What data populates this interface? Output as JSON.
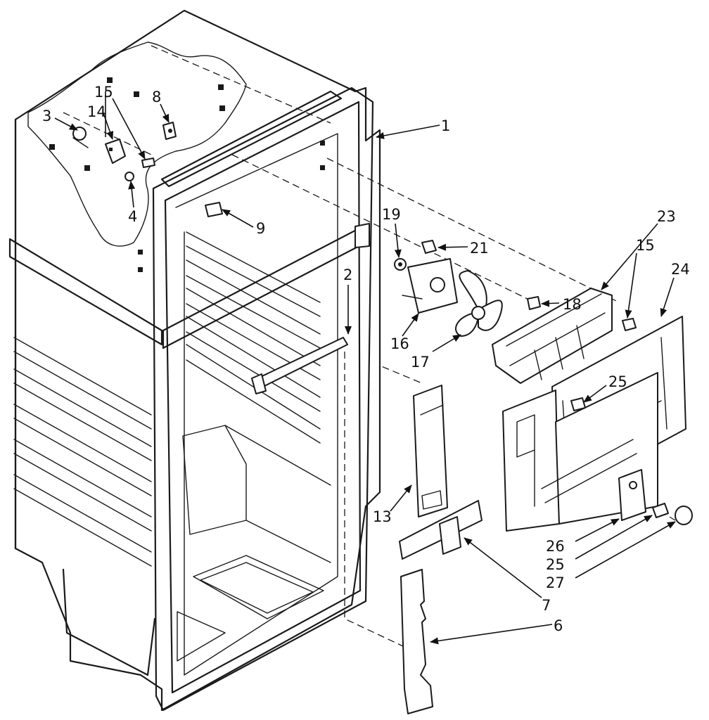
{
  "callouts": [
    {
      "id": "c1",
      "text": "1"
    },
    {
      "id": "c2",
      "text": "2"
    },
    {
      "id": "c3",
      "text": "3"
    },
    {
      "id": "c4",
      "text": "4"
    },
    {
      "id": "c6",
      "text": "6"
    },
    {
      "id": "c7",
      "text": "7"
    },
    {
      "id": "c8",
      "text": "8"
    },
    {
      "id": "c9",
      "text": "9"
    },
    {
      "id": "c13",
      "text": "13"
    },
    {
      "id": "c14",
      "text": "14"
    },
    {
      "id": "c15a",
      "text": "15"
    },
    {
      "id": "c15b",
      "text": "15"
    },
    {
      "id": "c16",
      "text": "16"
    },
    {
      "id": "c17",
      "text": "17"
    },
    {
      "id": "c18",
      "text": "18"
    },
    {
      "id": "c19",
      "text": "19"
    },
    {
      "id": "c21",
      "text": "21"
    },
    {
      "id": "c23",
      "text": "23"
    },
    {
      "id": "c24",
      "text": "24"
    },
    {
      "id": "c25a",
      "text": "25"
    },
    {
      "id": "c25b",
      "text": "25"
    },
    {
      "id": "c26",
      "text": "26"
    },
    {
      "id": "c27",
      "text": "27"
    }
  ]
}
